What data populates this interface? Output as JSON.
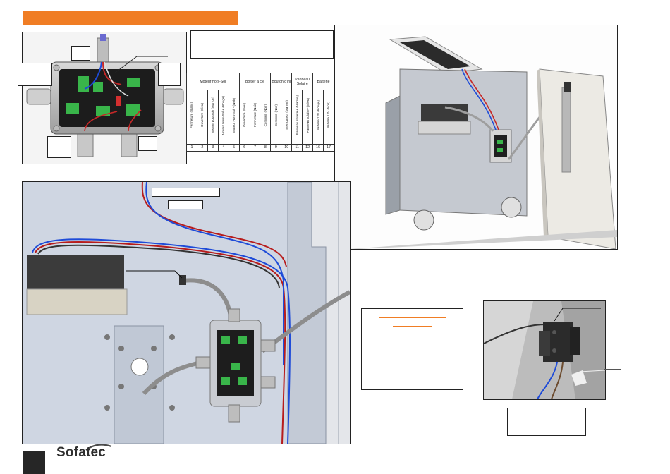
{
  "header": {
    "accent_color": "#f07d24"
  },
  "wiring_table": {
    "groups": [
      {
        "label": "Moteur hors-Sol",
        "span": 5
      },
      {
        "label": "Boitier à clé",
        "span": 3
      },
      {
        "label": "Bouton d'ini",
        "span": 2
      },
      {
        "label": "Panneau Solaire",
        "span": 2
      },
      {
        "label": "Batterie",
        "span": 2
      }
    ],
    "wires": [
      "Fermeture (Blanc)",
      "Ouverture (Bleu)",
      "Bouton poussoir (Marron)",
      "Moteur Hors-Sol + (Rouge)",
      "Moteur Hors-Sol - (Noir)",
      "Ouverture (Bleu)",
      "Fermeture (Noir)",
      "Commun (Noir)",
      "Commun (Noir)",
      "Interrupteur (Marron)",
      "Panneau solaire + (Marron)",
      "Panneau solaire - (Bleu)",
      "Batterie 12V (Rouge)",
      "Batterie 12V (Noir)"
    ],
    "numbers": [
      "1",
      "2",
      "3",
      "4",
      "5",
      "6",
      "7",
      "8",
      "9",
      "10",
      "11",
      "12",
      "16",
      "17"
    ]
  },
  "footer": {
    "logo_text": "Sofatec"
  }
}
